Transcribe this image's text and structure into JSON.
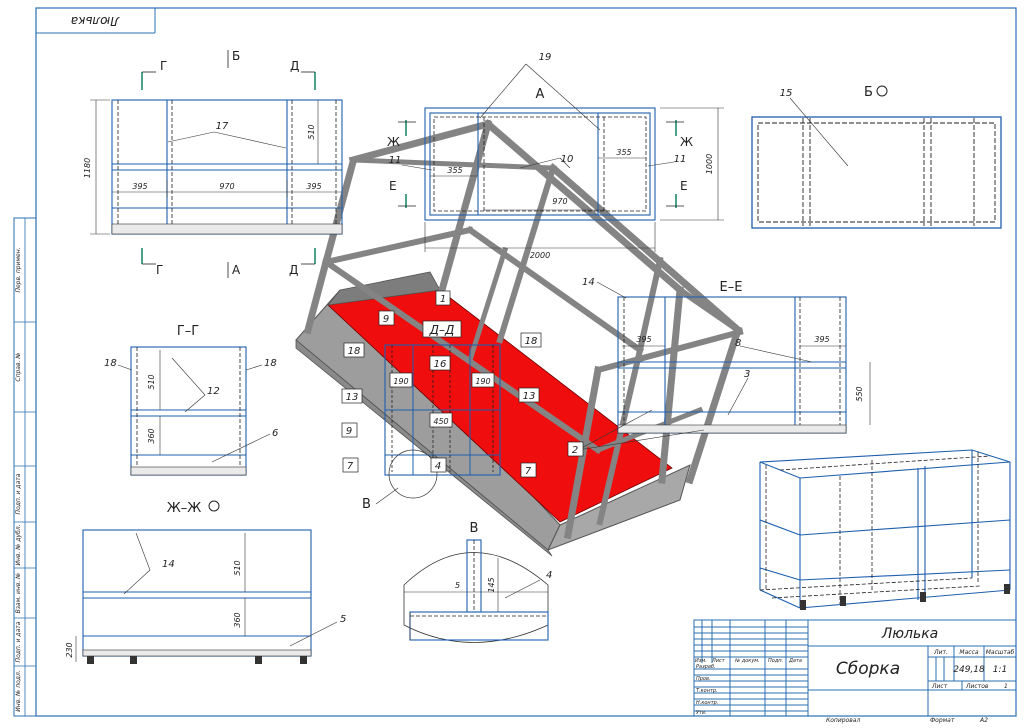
{
  "sheet": {
    "corner_stamp": "Люлька",
    "side_cells": [
      "Перв. примен.",
      "Справ. №",
      "Подп. и дата",
      "Инв. № дубл.",
      "Взам. инв. №",
      "Подп. и дата",
      "Инв. № подл."
    ]
  },
  "views": {
    "front": {
      "markers": [
        "Г",
        "Б",
        "Д",
        "Г",
        "А",
        "Д"
      ],
      "dims": [
        "1180",
        "510",
        "395",
        "970",
        "395"
      ],
      "callout": "17"
    },
    "top_a": {
      "title": "А",
      "markers": [
        "Ж",
        "Е",
        "Ж",
        "Е"
      ],
      "callouts": [
        "19",
        "11",
        "10",
        "11"
      ],
      "dims": [
        "355",
        "355",
        "970",
        "1000",
        "2000"
      ]
    },
    "view_b": {
      "title": "Б",
      "callout": "15"
    },
    "section_gg": {
      "title": "Г–Г",
      "callouts": [
        "18",
        "12",
        "18",
        "6"
      ],
      "dims": [
        "510",
        "360"
      ]
    },
    "section_zhzh": {
      "title": "Ж–Ж",
      "callouts": [
        "14",
        "5"
      ],
      "dims": [
        "510",
        "360",
        "230"
      ]
    },
    "section_dd": {
      "title": "Д–Д",
      "callouts": [
        "1",
        "9",
        "18",
        "16",
        "18",
        "13",
        "13",
        "9",
        "7",
        "4",
        "7"
      ],
      "dims": [
        "190",
        "190",
        "450"
      ],
      "detail_marker": "В"
    },
    "section_ee": {
      "title": "Е–Е",
      "callouts": [
        "14",
        "8",
        "3",
        "2"
      ],
      "dims": [
        "395",
        "395",
        "550"
      ]
    },
    "detail_v": {
      "title": "В",
      "callout": "4",
      "dims": [
        "5",
        "145"
      ]
    }
  },
  "title_block": {
    "product": "Люлька",
    "doc_name": "Сборка",
    "mass_header": "Масса",
    "scale_header": "Масштаб",
    "lit_header": "Лит.",
    "mass": "249,18",
    "scale": "1:1",
    "sheet_label": "Лист",
    "sheets_label": "Листов",
    "sheets_count": "1",
    "row_labels": [
      "Изм.",
      "Лист",
      "№ докум.",
      "Подп.",
      "Дата"
    ],
    "role_labels": [
      "Разраб.",
      "Пров.",
      "Т.контр.",
      "Н.контр.",
      "Утв."
    ],
    "copied_label": "Копировал",
    "format_label": "Формат",
    "format_value": "А2"
  }
}
